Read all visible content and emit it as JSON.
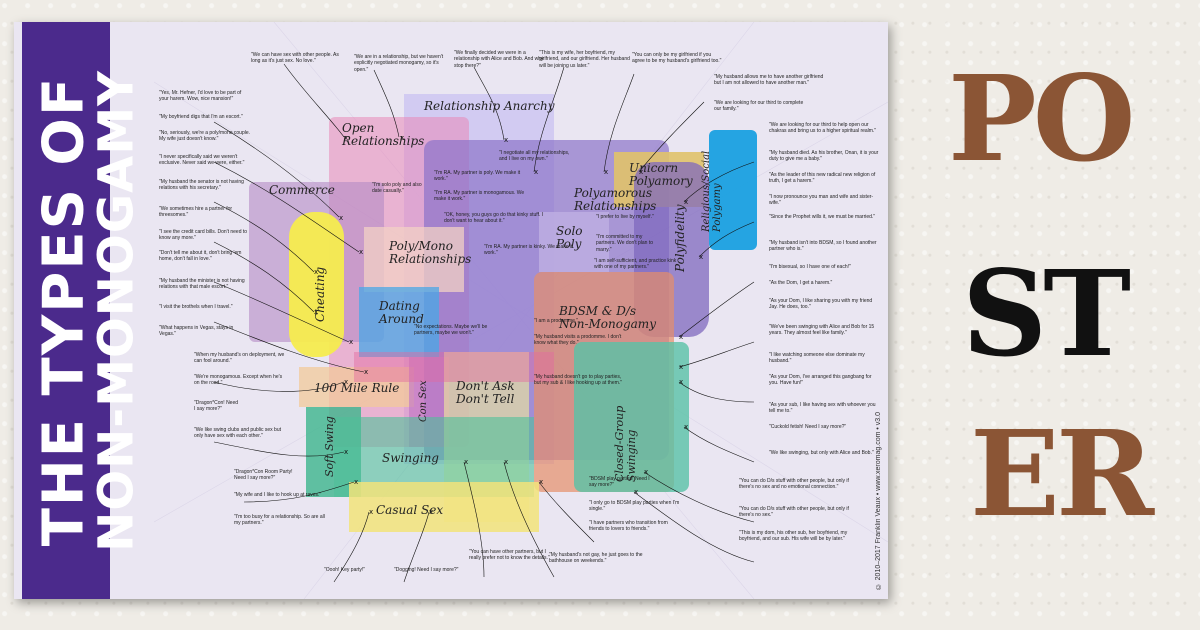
{
  "poster": {
    "title_line1": "THE TYPES OF",
    "title_line2": "NON-MONOGAMY",
    "credit": "© 2010–2017 Franklin Veaux • www.xeromag.com • v3.0"
  },
  "side_title": {
    "rows": [
      [
        {
          "char": "P",
          "color": "#8b5535"
        },
        {
          "char": "O",
          "color": "#8b5535"
        }
      ],
      [
        {
          "char": "S",
          "color": "#111111"
        },
        {
          "char": "T",
          "color": "#111111"
        }
      ],
      [
        {
          "char": "E",
          "color": "#8b5535"
        },
        {
          "char": "R",
          "color": "#8b5535"
        }
      ]
    ]
  },
  "categories": [
    {
      "id": "relationship-anarchy",
      "text": "Relationship Anarchy"
    },
    {
      "id": "open-relationships",
      "text": "Open\nRelationships"
    },
    {
      "id": "commerce",
      "text": "Commerce"
    },
    {
      "id": "polyamorous-relationships",
      "text": "Polyamorous\nRelationships"
    },
    {
      "id": "unicorn-polyamory",
      "text": "Unicorn\nPolyamory"
    },
    {
      "id": "religious-social-polygamy",
      "text": "Religious/Social\nPolygamy"
    },
    {
      "id": "polyfidelity",
      "text": "Polyfidelity"
    },
    {
      "id": "poly-mono",
      "text": "Poly/Mono\nRelationships"
    },
    {
      "id": "solo-poly",
      "text": "Solo\nPoly"
    },
    {
      "id": "cheating",
      "text": "Cheating"
    },
    {
      "id": "dating-around",
      "text": "Dating\nAround"
    },
    {
      "id": "bdsm",
      "text": "BDSM & D/s\nNon-Monogamy"
    },
    {
      "id": "100-mile",
      "text": "100 Mile Rule"
    },
    {
      "id": "con-sex",
      "text": "Con Sex"
    },
    {
      "id": "dont-ask",
      "text": "Don't Ask\nDon't Tell"
    },
    {
      "id": "soft-swing",
      "text": "Soft Swing"
    },
    {
      "id": "swinging",
      "text": "Swinging"
    },
    {
      "id": "closed-group",
      "text": "Closed-Group\nSwinging"
    },
    {
      "id": "casual-sex",
      "text": "Casual Sex"
    }
  ],
  "quotes": [
    "\"We can have sex with other people. As long as it's just sex. No love.\"",
    "\"We are in a relationship, but we haven't explicitly negotiated monogamy, so it's open.\"",
    "\"We finally decided we were in a relationship with Alice and Bob. And why stop there?\"",
    "\"This is my wife, her boyfriend, my girlfriend, and our girlfriend. Her husband will be joining us later.\"",
    "\"You can only be my girlfriend if you agree to be my husband's girlfriend too.\"",
    "\"My husband allows me to have another girlfriend but I am not allowed to have another man.\"",
    "\"We are looking for our third to complete our family.\"",
    "\"Yes, Mr. Hefner, I'd love to be part of your harem. Wow, nice mansion!\"",
    "\"My boyfriend digs that I'm an escort.\"",
    "\"No, seriously, we're a poly/mono couple. My wife just doesn't know.\"",
    "\"I never specifically said we weren't exclusive. Never said we were, either.\"",
    "\"My husband the senator is not having relations with his secretary.\"",
    "\"We sometimes hire a partner for threesomes.\"",
    "\"I see the credit card bills. Don't need to know any more.\"",
    "\"Don't tell me about it, don't bring 'em home, don't fall in love.\"",
    "\"My husband the minister is not having relations with that male escort.\"",
    "\"I visit the brothels when I travel.\"",
    "\"What happens in Vegas, stays in Vegas.\"",
    "\"When my husband's on deployment, we can fool around.\"",
    "\"We're monogamous. Except when he's on the road.\"",
    "\"Dragon*Con! Need I say more?\"",
    "\"We like swing clubs and public sex but only have sex with each other.\"",
    "\"Dragon*Con Room Party! Need I say more?\"",
    "\"My wife and I like to hook up at raves.\"",
    "\"I'm too busy for a relationship. So are all my partners.\"",
    "\"Oooh! Key party!\"",
    "\"Dogging! Need I say more?\"",
    "\"You can have other partners, but I really prefer not to know the details.\"",
    "\"My husband's not gay, he just goes to the bathhouse on weekends.\"",
    "\"I have partners who transition from friends to lovers to friends.\"",
    "\"I only go to BDSM play parties when I'm single.\"",
    "\"BDSM play parties! Need I say more?\"",
    "\"My husband doesn't go to play parties, but my sub & I like hooking up at them.\"",
    "\"My husband visits a prodomme. I don't know what they do.\"",
    "\"I am a prodomme.\"",
    "\"I am self-sufficient, and practice kink with one of my partners.\"",
    "\"I'm RA. My partner is kinky. We make it work.\"",
    "\"I prefer to live by myself.\"",
    "\"I'm committed to my partners. We don't plan to marry.\"",
    "\"I negotiate all my relationships, and I live on my own.\"",
    "\"I'm RA. My partner is poly. We make it work.\"",
    "\"I'm RA. My partner is monogamous. We make it work.\"",
    "\"OK, honey, you guys go do that kinky stuff. I don't want to hear about it.\"",
    "\"I'm solo poly and also date casually.\"",
    "\"No expectations. Maybe we'll be partners, maybe we won't.\"",
    "\"We are looking for our third to help open our chakras and bring us to a higher spiritual realm.\"",
    "\"My husband died. As his brother, Onan, it is your duty to give me a baby.\"",
    "\"As the leader of this new radical new religion of truth, I get a harem.\"",
    "\"I now pronounce you man and wife and sister-wife.\"",
    "\"Since the Prophet wills it, we must be married.\"",
    "\"My husband isn't into BDSM, so I found another partner who is.\"",
    "\"I'm bisexual, so I have one of each!\"",
    "\"As the Dom, I get a harem.\"",
    "\"As your Dom, I like sharing you with my friend Jay. He does, too.\"",
    "\"We've been swinging with Alice and Bob for 15 years. They almost feel like family.\"",
    "\"I like watching someone else dominate my husband.\"",
    "\"As your Dom, I've arranged this gangbang for you. Have fun!\"",
    "\"As your sub, I like having sex with whoever you tell me to.\"",
    "\"Cuckold fetish! Need I say more?\"",
    "\"We like swinging, but only with Alice and Bob.\"",
    "\"You can do D/s stuff with other people, but only if there's no sex and no emotional connection.\"",
    "\"You can do D/s stuff with other people, but only if there's no sex.\"",
    "\"This is my dom, his other sub, her boyfriend, my boyfriend, and our sub. His wife will be by later.\""
  ]
}
